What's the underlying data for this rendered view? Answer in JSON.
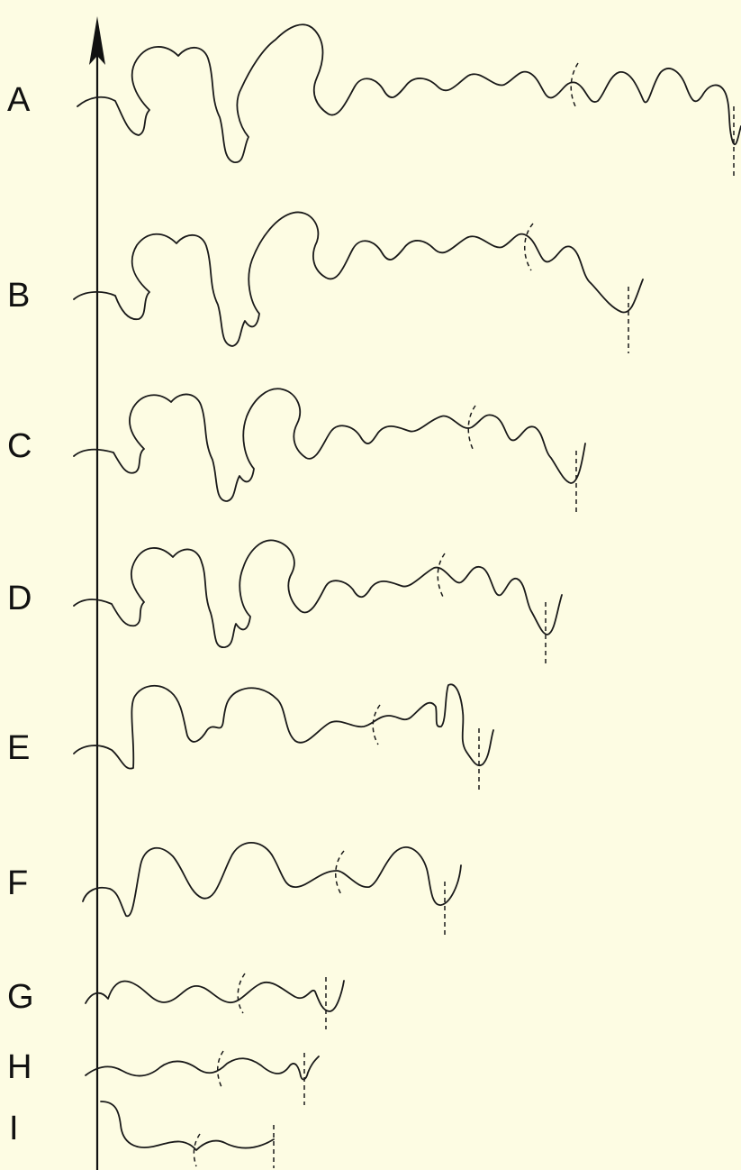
{
  "labels": [
    "A",
    "B",
    "C",
    "D",
    "E",
    "F",
    "G",
    "H",
    "I"
  ],
  "colors": {
    "background": "#fdfce3",
    "ink": "#1a1a1a"
  }
}
